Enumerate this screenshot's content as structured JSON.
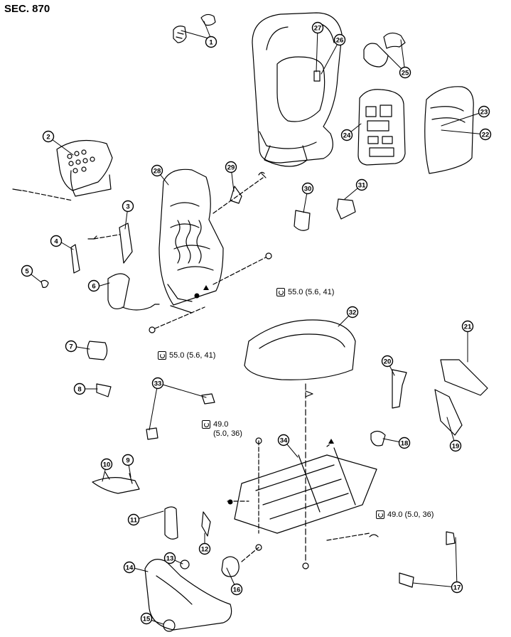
{
  "section_title": "SEC. 870",
  "callouts": [
    "1",
    "2",
    "3",
    "4",
    "5",
    "6",
    "7",
    "8",
    "9",
    "10",
    "11",
    "12",
    "13",
    "14",
    "15",
    "16",
    "17",
    "18",
    "19",
    "20",
    "21",
    "22",
    "23",
    "24",
    "25",
    "26",
    "27",
    "28",
    "29",
    "30",
    "31",
    "32",
    "33",
    "34"
  ],
  "torque_specs": {
    "t1": "55.0 (5.6, 41)",
    "t2": "55.0 (5.6, 41)",
    "t3_line1": "49.0",
    "t3_line2": "(5.0, 36)",
    "t4": "49.0 (5.0, 36)"
  },
  "icons": {
    "torque": "torque-wrench-icon",
    "dot": "bullet-dot-marker-icon",
    "triangle": "triangle-marker-icon"
  },
  "colors": {
    "ink": "#000000",
    "background": "#ffffff"
  }
}
